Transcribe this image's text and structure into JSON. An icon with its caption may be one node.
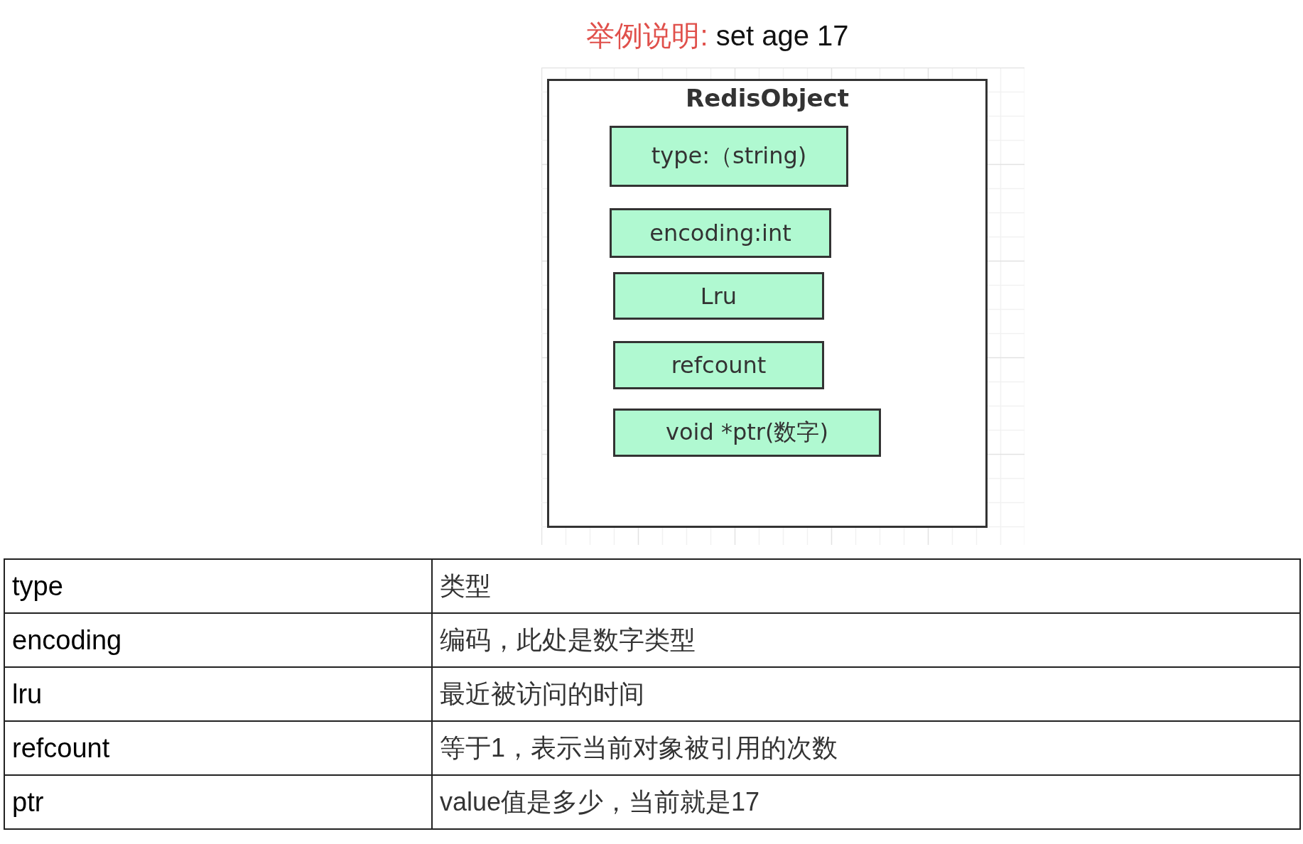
{
  "diagram": {
    "title": "举例说明: set age 17",
    "nodes": [
      {
        "text": [
          "RedisObject"
        ]
      },
      {
        "text": [
          "type:（string)"
        ],
        "in": 0
      },
      {
        "text": [
          "encoding:int"
        ],
        "in": 0
      },
      {
        "text": [
          "Lru"
        ],
        "in": 0
      },
      {
        "text": [
          "refcount"
        ],
        "in": 0
      },
      {
        "text": [
          "void *ptr(数字)"
        ],
        "in": 0
      }
    ],
    "labels": [
      "type",
      "类型",
      "encoding",
      "编码，此处是数字类型",
      "lru",
      "最近被访问的时间",
      "refcount",
      "等于1，表示当前对象被引用的次数",
      "ptr",
      "value值是多少，当前就是17"
    ]
  }
}
